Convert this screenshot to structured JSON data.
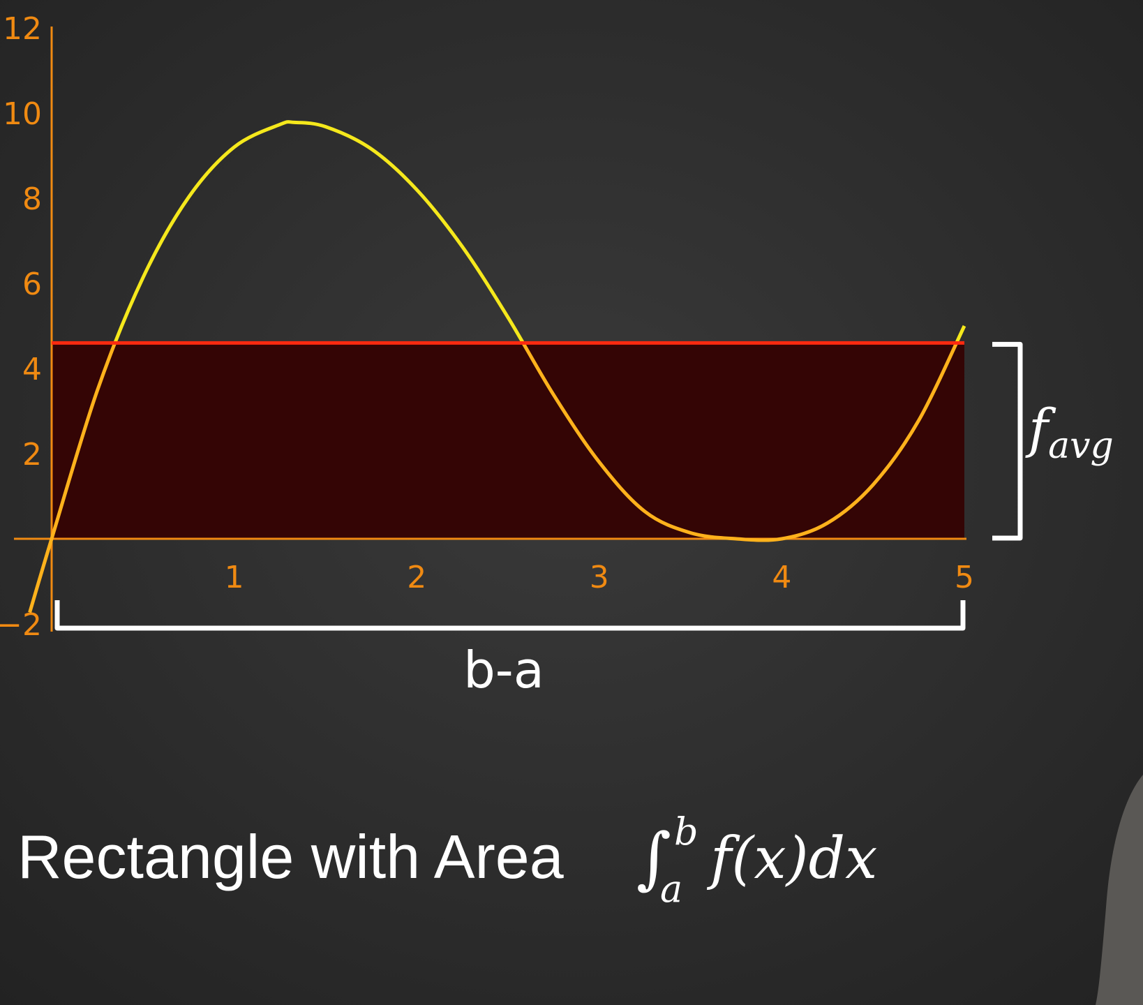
{
  "chart_data": {
    "type": "line",
    "function_label": "f(x)",
    "x_ticks": [
      1,
      2,
      3,
      4,
      5
    ],
    "y_ticks": [
      -2,
      2,
      4,
      6,
      8,
      10,
      12
    ],
    "xlim": [
      -0.2,
      5
    ],
    "ylim": [
      -2,
      12
    ],
    "interval": [
      0,
      5
    ],
    "average_value": 4.6,
    "series": [
      {
        "x": [
          -0.12,
          0,
          0.25,
          0.5,
          0.75,
          1,
          1.25,
          1.33,
          1.5,
          1.75,
          2,
          2.25,
          2.5,
          2.75,
          3,
          3.25,
          3.5,
          3.75,
          4,
          4.25,
          4.5,
          4.75,
          5
        ],
        "y": [
          -1.73,
          0,
          3.48,
          6.13,
          8.02,
          9.2,
          9.73,
          9.78,
          9.68,
          9.16,
          8.2,
          6.86,
          5.2,
          3.38,
          1.8,
          0.64,
          0.14,
          0,
          0,
          0.37,
          1.27,
          2.78,
          5.0
        ]
      }
    ],
    "colors": {
      "curve": "#f5e81c",
      "curve_below_avg": "#ffb21c",
      "axes": "#f08a12",
      "average_line": "#ff2a10",
      "rectangle_fill": "#340505",
      "brackets": "#ffffff"
    },
    "annotations": {
      "width_label": "b-a",
      "height_label_main": "f",
      "height_label_sub": "avg"
    }
  },
  "caption": {
    "text": "Rectangle with Area",
    "integral_symbol": "∫",
    "upper_limit": "b",
    "lower_limit": "a",
    "integrand": "f(x)dx"
  }
}
